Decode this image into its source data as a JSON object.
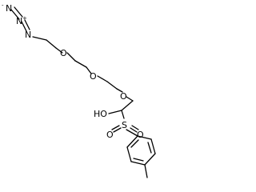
{
  "structure": {
    "atoms": {
      "n_terminal": "N",
      "n_terminal_charge": "-",
      "n_middle": "N",
      "n_middle_charge": "+",
      "n_chain": "N",
      "ether_o1": "O",
      "ether_o2": "O",
      "ether_o3": "O",
      "hydroxyl": "HO",
      "sulfur": "S",
      "sulfonyl_o_left": "O",
      "sulfonyl_o_right": "O"
    }
  }
}
